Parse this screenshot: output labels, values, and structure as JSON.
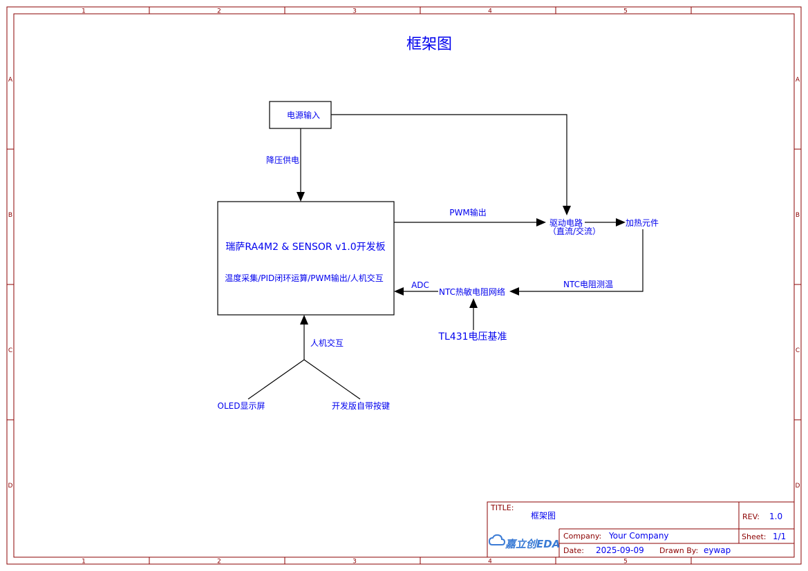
{
  "title": "框架图",
  "zones": {
    "columns": [
      "1",
      "2",
      "3",
      "4",
      "5"
    ],
    "rows": [
      "A",
      "B",
      "C",
      "D"
    ]
  },
  "blocks": {
    "power_input": "电源输入",
    "mcu_title": "瑞萨RA4M2 & SENSOR v1.0开发板",
    "mcu_subtitle": "温度采集/PID闭环运算/PWM输出/人机交互",
    "driver_line1": "驱动电路",
    "driver_line2": "（直流/交流）",
    "heater": "加热元件",
    "ntc_network": "NTC热敏电阻网络",
    "tl431": "TL431电压基准",
    "oled": "OLED显示屏",
    "keys": "开发版自带按键"
  },
  "connections": {
    "step_down": "降压供电",
    "pwm_out": "PWM输出",
    "ntc_measure": "NTC电阻测温",
    "adc": "ADC",
    "hmi": "人机交互"
  },
  "title_block": {
    "title_label": "TITLE:",
    "title_value": "框架图",
    "rev_label": "REV:",
    "rev_value": "1.0",
    "company_label": "Company:",
    "company_value": "Your Company",
    "sheet_label": "Sheet:",
    "sheet_value": "1/1",
    "date_label": "Date:",
    "date_value": "2025-09-09",
    "drawn_label": "Drawn By:",
    "drawn_value": "eywap",
    "logo_text": "嘉立创EDA"
  }
}
